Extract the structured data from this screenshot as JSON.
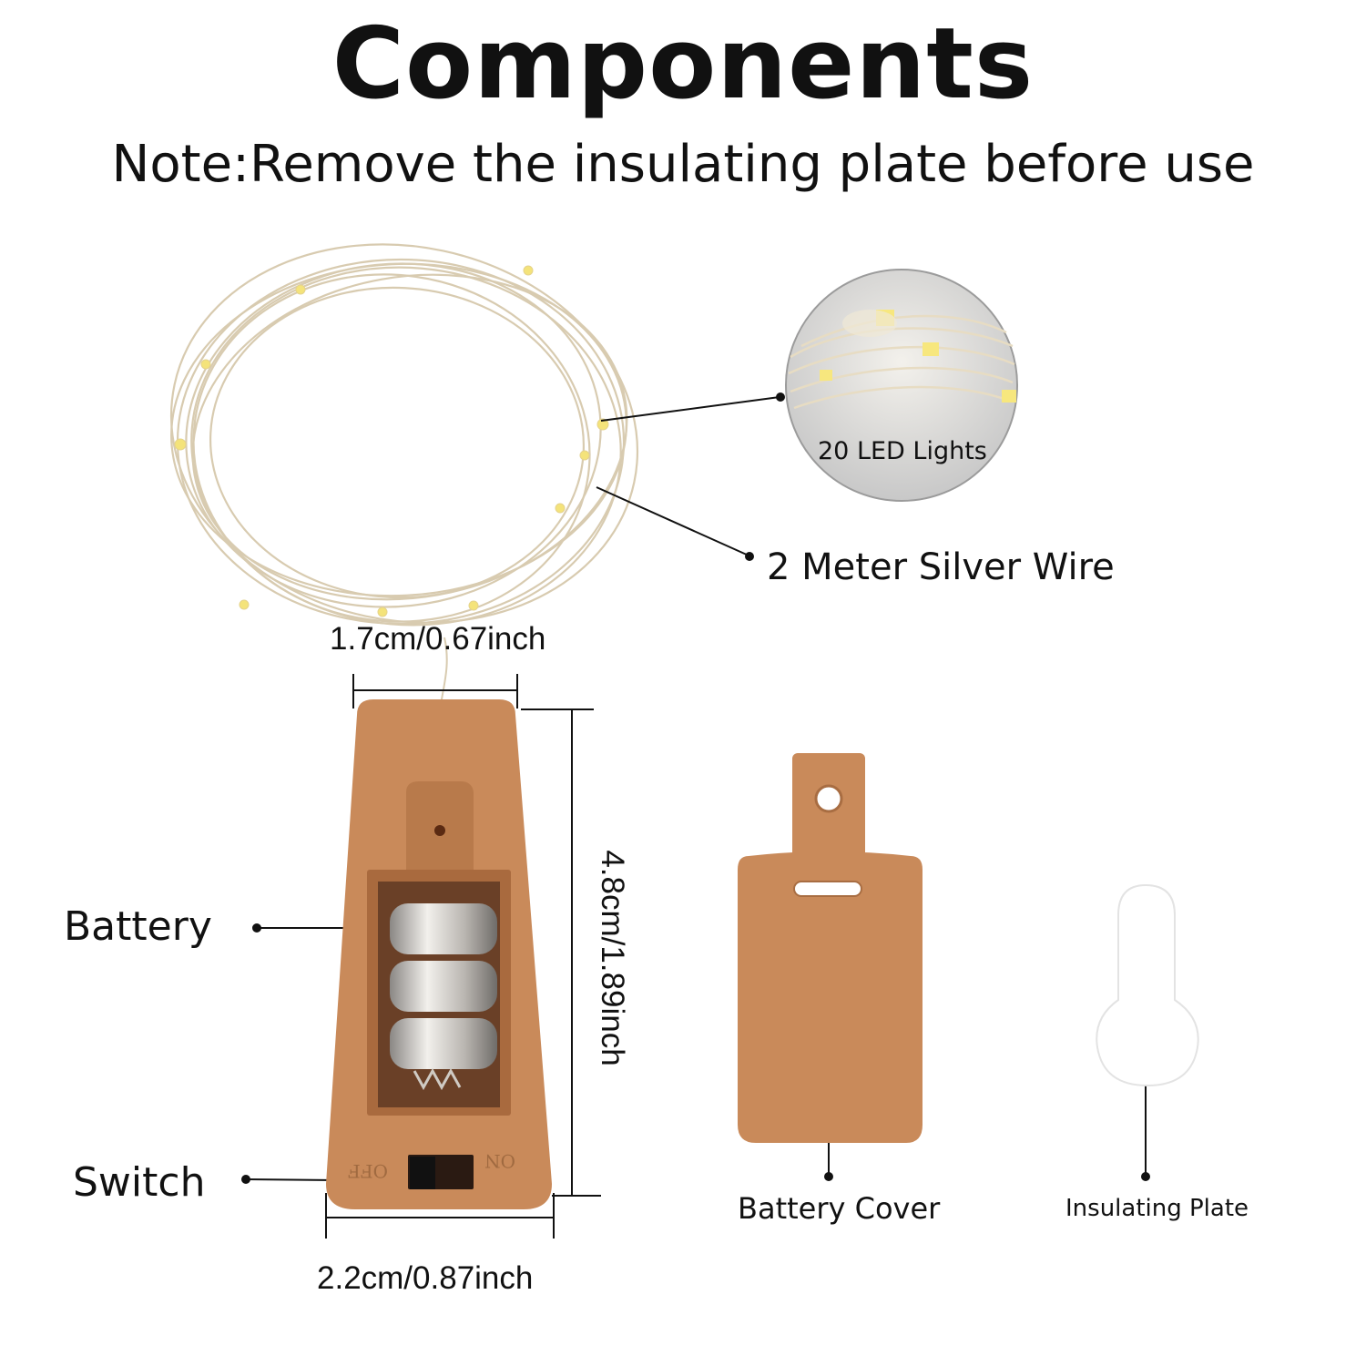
{
  "header": {
    "title": "Components",
    "note": "Note:Remove the insulating plate before use"
  },
  "callouts": {
    "led_lights": "20 LED Lights",
    "silver_wire": "2 Meter Silver Wire",
    "battery": "Battery",
    "switch": "Switch",
    "battery_cover": "Battery Cover",
    "insulating_plate": "Insulating Plate"
  },
  "dimensions": {
    "top_width": "1.7cm/0.67inch",
    "bottom_width": "2.2cm/0.87inch",
    "height": "4.8cm/1.89inch"
  },
  "switch_markings": {
    "off": "OFF",
    "on": "ON"
  },
  "colors": {
    "cork": "#c98a5a",
    "cork_dark": "#a96a3e",
    "wire": "#d9ccb0",
    "led": "#f3e27a",
    "battery_metal": "#c9c6c2",
    "magnifier_bg": "#d9d9d9"
  }
}
